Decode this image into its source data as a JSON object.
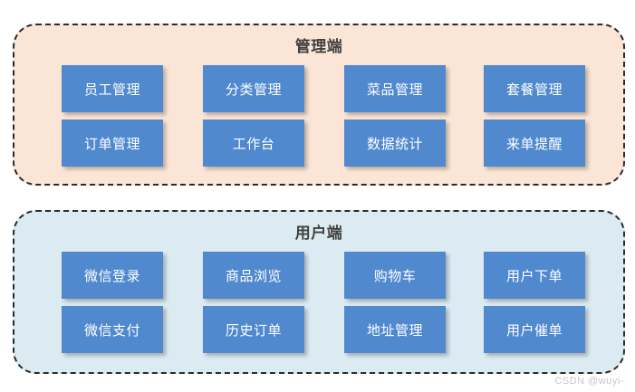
{
  "figure": {
    "watermark": "CSDN @wuyi-",
    "background": "#ffffff",
    "tile_color": "#5089ce",
    "tile_text_color": "#ffffff",
    "title_color": "#404040",
    "border_color": "#2b2b2b"
  },
  "panels": [
    {
      "id": "admin",
      "title": "管理端",
      "background": "#fbe5d6",
      "tiles": [
        {
          "label": "员工管理",
          "row": 0,
          "col": 0
        },
        {
          "label": "分类管理",
          "row": 0,
          "col": 1
        },
        {
          "label": "菜品管理",
          "row": 0,
          "col": 2
        },
        {
          "label": "套餐管理",
          "row": 0,
          "col": 3
        },
        {
          "label": "订单管理",
          "row": 1,
          "col": 0
        },
        {
          "label": "工作台",
          "row": 1,
          "col": 1
        },
        {
          "label": "数据统计",
          "row": 1,
          "col": 2
        },
        {
          "label": "来单提醒",
          "row": 1,
          "col": 3
        }
      ]
    },
    {
      "id": "user",
      "title": "用户端",
      "background": "#dcebf2",
      "tiles": [
        {
          "label": "微信登录",
          "row": 0,
          "col": 0
        },
        {
          "label": "商品浏览",
          "row": 0,
          "col": 1
        },
        {
          "label": "购物车",
          "row": 0,
          "col": 2
        },
        {
          "label": "用户下单",
          "row": 0,
          "col": 3
        },
        {
          "label": "微信支付",
          "row": 1,
          "col": 0
        },
        {
          "label": "历史订单",
          "row": 1,
          "col": 1
        },
        {
          "label": "地址管理",
          "row": 1,
          "col": 2
        },
        {
          "label": "用户催单",
          "row": 1,
          "col": 3
        }
      ]
    }
  ]
}
